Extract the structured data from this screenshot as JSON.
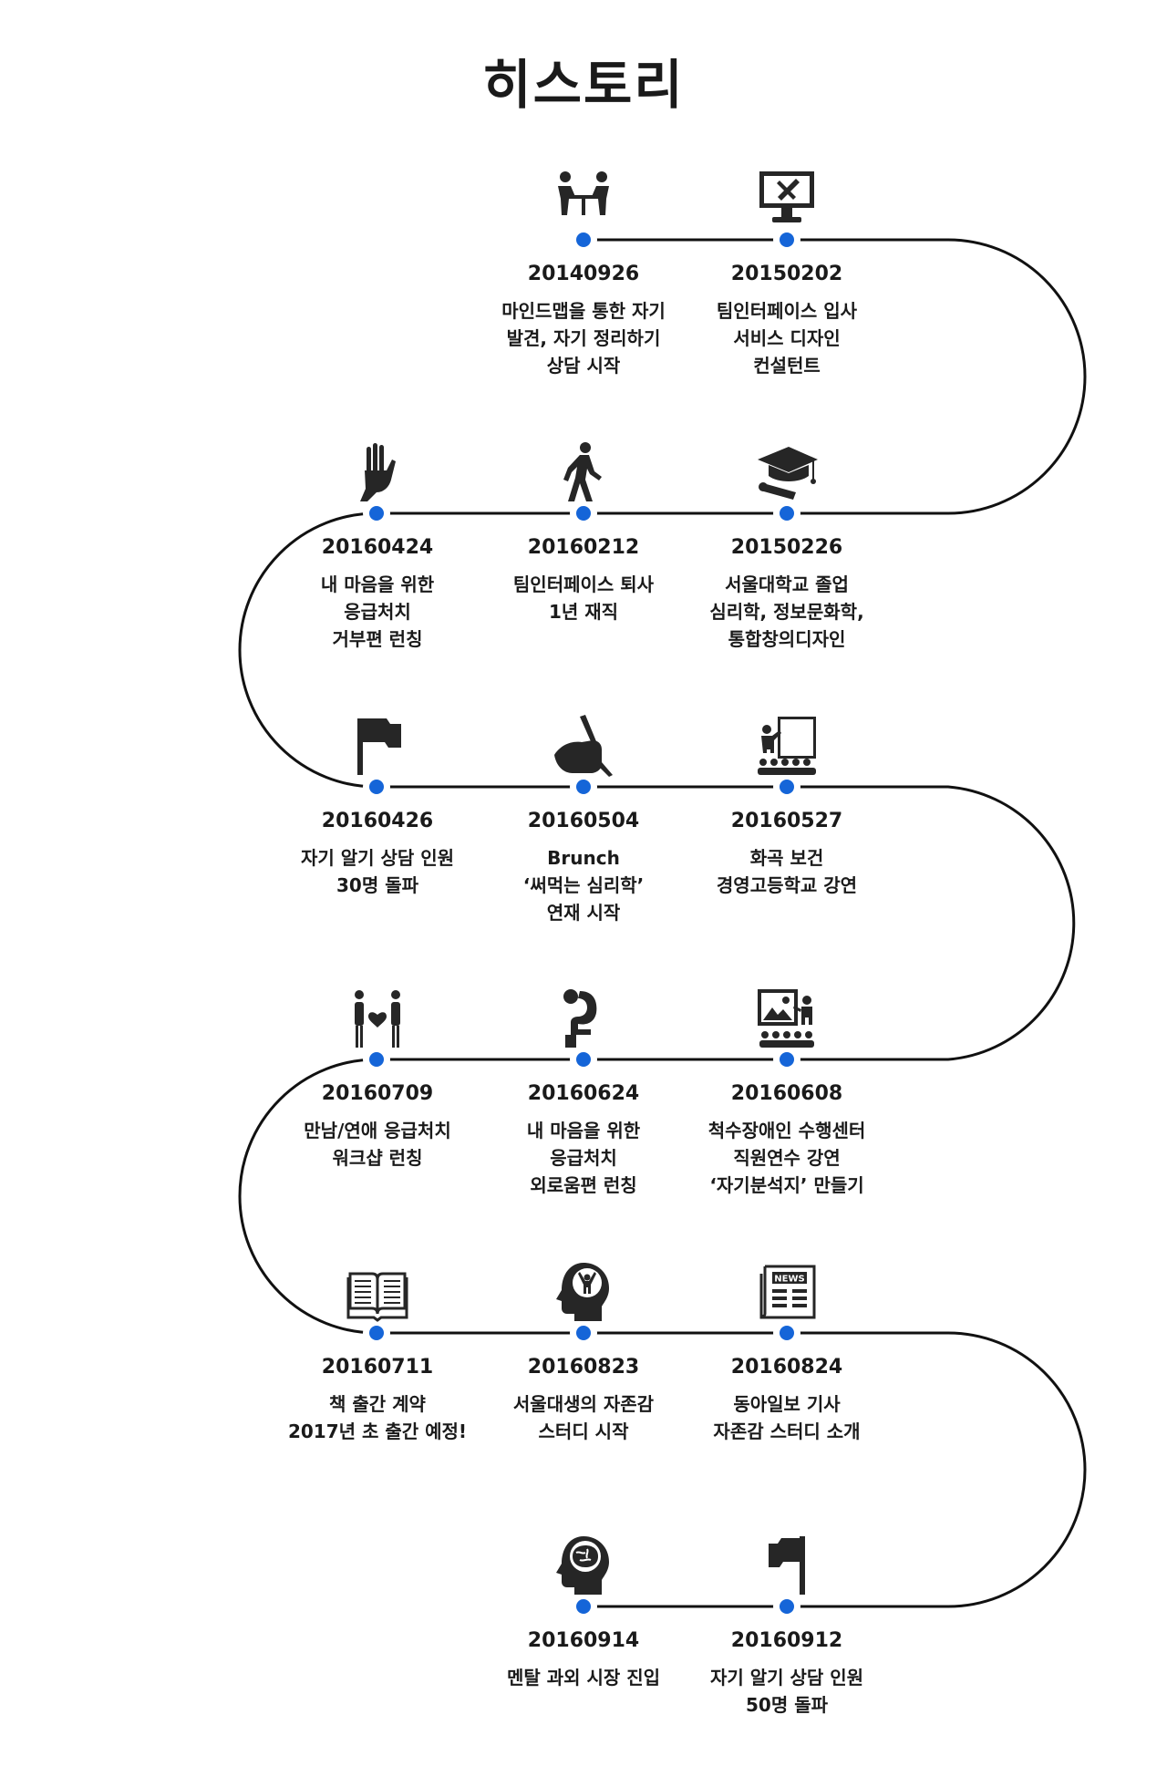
{
  "title": "히스토리",
  "colors": {
    "accent": "#1565d8",
    "line": "#111111",
    "icon": "#262626"
  },
  "milestones": [
    {
      "date": "20140926",
      "text": "마인드맵을 통한 자기\n발견, 자기 정리하기\n상담 시작",
      "icon": "meeting-icon"
    },
    {
      "date": "20150202",
      "text": "팀인터페이스 입사\n서비스 디자인\n컨설턴트",
      "icon": "monitor-design-icon"
    },
    {
      "date": "20150226",
      "text": "서울대학교 졸업\n심리학, 정보문화학,\n통합창의디자인",
      "icon": "graduation-cap-icon"
    },
    {
      "date": "20160212",
      "text": "팀인터페이스 퇴사\n1년 재직",
      "icon": "walking-person-icon"
    },
    {
      "date": "20160424",
      "text": "내 마음을 위한\n응급처치\n거부편 런칭",
      "icon": "raised-hand-icon"
    },
    {
      "date": "20160426",
      "text": "자기 알기 상담 인원\n30명 돌파",
      "icon": "flag-icon"
    },
    {
      "date": "20160504",
      "text": "Brunch\n‘써먹는 심리학’\n연재 시작",
      "icon": "writing-hand-icon"
    },
    {
      "date": "20160527",
      "text": "화곡 보건\n경영고등학교 강연",
      "icon": "lecture-board-icon"
    },
    {
      "date": "20160608",
      "text": "척수장애인 수행센터\n직원연수 강연\n‘자기분석지’ 만들기",
      "icon": "presentation-icon"
    },
    {
      "date": "20160624",
      "text": "내 마음을 위한\n응급처치\n외로움편 런칭",
      "icon": "thinking-person-icon"
    },
    {
      "date": "20160709",
      "text": "만남/연애 응급처치\n워크샵 런칭",
      "icon": "couple-heart-icon"
    },
    {
      "date": "20160711",
      "text": "책 출간 계약\n2017년 초 출간 예정!",
      "icon": "open-book-icon"
    },
    {
      "date": "20160823",
      "text": "서울대생의 자존감\n스터디 시작",
      "icon": "head-joy-icon"
    },
    {
      "date": "20160824",
      "text": "동아일보 기사\n자존감 스터디 소개",
      "icon": "newspaper-icon"
    },
    {
      "date": "20160912",
      "text": "자기 알기 상담 인원\n50명 돌파",
      "icon": "small-flag-icon"
    },
    {
      "date": "20160914",
      "text": "멘탈 과외 시장 진입",
      "icon": "head-brain-icon"
    }
  ],
  "icon_labels": {
    "news": "NEWS"
  }
}
